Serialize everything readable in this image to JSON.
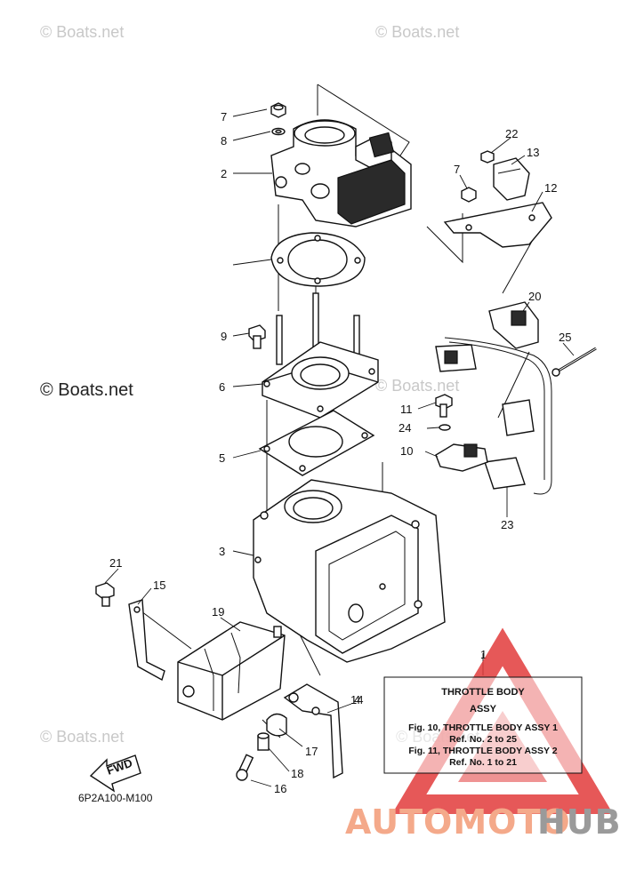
{
  "watermark": {
    "text": "© Boats.net"
  },
  "diagram_code": "6P2A100-M100",
  "fwd_label": "FWD",
  "callouts": [
    "1",
    "2",
    "3",
    "4",
    "5",
    "6",
    "7",
    "8",
    "9",
    "10",
    "11",
    "12",
    "13",
    "14",
    "15",
    "16",
    "17",
    "18",
    "19",
    "20",
    "21",
    "22",
    "23",
    "24",
    "25"
  ],
  "reference_box": {
    "title_line1": "THROTTLE BODY",
    "title_line2": "ASSY",
    "fig10_line": "Fig. 10, THROTTLE BODY ASSY 1",
    "fig10_ref": "Ref. No. 2 to 25",
    "fig11_line": "Fig. 11, THROTTLE BODY ASSY 2",
    "fig11_ref": "Ref. No. 1 to 21"
  },
  "brand": {
    "part1": "AUTOMOTO",
    "part2": "HUB",
    "color1": "#f4a98a",
    "color2": "#9a9a9a",
    "triangle_color": "#e23b3b"
  }
}
